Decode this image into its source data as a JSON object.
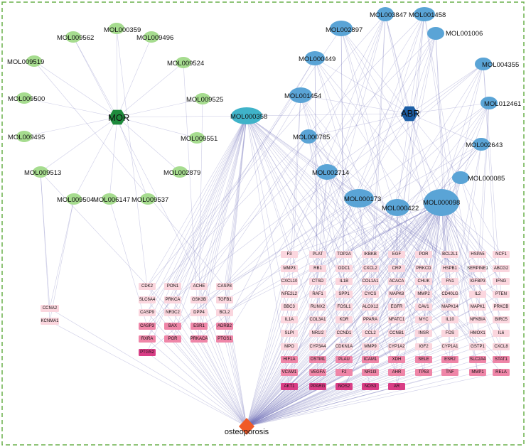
{
  "herb_hubs": [
    {
      "id": "MOR",
      "label": "MOR",
      "color": "#1e8a3c"
    },
    {
      "id": "ABR",
      "label": "ABR",
      "color": "#1d5fa6"
    }
  ],
  "shared_compound": {
    "id": "MOL000358",
    "label": "MOL000358",
    "color": "#3fb3c9"
  },
  "mor_compounds": [
    {
      "label": "MOL000359"
    },
    {
      "label": "MOL009562"
    },
    {
      "label": "MOL009496"
    },
    {
      "label": "MOL009519"
    },
    {
      "label": "MOL009524"
    },
    {
      "label": "MOL009500"
    },
    {
      "label": "MOL009525"
    },
    {
      "label": "MOL009495"
    },
    {
      "label": "MOL009551"
    },
    {
      "label": "MOL009513"
    },
    {
      "label": "MOL002879"
    },
    {
      "label": "MOL009504"
    },
    {
      "label": "MOL006147"
    },
    {
      "label": "MOL009537"
    }
  ],
  "abr_compounds": [
    {
      "label": "MOL003847"
    },
    {
      "label": "MOL001458"
    },
    {
      "label": "MOL002897"
    },
    {
      "label": "MOL001006"
    },
    {
      "label": "MOL000449"
    },
    {
      "label": "MOL004355"
    },
    {
      "label": "MOL001454"
    },
    {
      "label": "MOL012461"
    },
    {
      "label": "MOL000785"
    },
    {
      "label": "MOL002643"
    },
    {
      "label": "MOL002714"
    },
    {
      "label": "MOL000085"
    },
    {
      "label": "MOL000173"
    },
    {
      "label": "MOL000422"
    },
    {
      "label": "MOL000098"
    }
  ],
  "mor_targets": [
    "CCNA2",
    "KCNMA1"
  ],
  "shared_targets": [
    [
      "CDK2",
      "PON1",
      "ACHE",
      "CASP8"
    ],
    [
      "SLC6A4",
      "PRKCA",
      "GSK3B",
      "TGFB1"
    ],
    [
      "CASP9",
      "NR3C2",
      "DPP4",
      "BCL2"
    ],
    [
      "CASP3",
      "BAX",
      "ESR1",
      "ADRB2"
    ],
    [
      "RXRA",
      "PGR",
      "PRKACA",
      "PTGS1"
    ],
    [
      "PTGS2"
    ]
  ],
  "abr_targets": [
    [
      "F3",
      "PLAT",
      "TOP2A",
      "IKBKB",
      "EGF",
      "POR",
      "BCL2L1",
      "HSPA5",
      "NCF1"
    ],
    [
      "MMP3",
      "RB1",
      "ODC1",
      "CXCL2",
      "CRP",
      "PRKCD",
      "HSPB1",
      "SERPINE1",
      "ABCG2"
    ],
    [
      "CXCL10",
      "CTSD",
      "IL1B",
      "COL1A1",
      "ACACA",
      "CHUK",
      "FN1",
      "IGFBP3",
      "IFNG"
    ],
    [
      "NFE2L2",
      "RAF1",
      "SPP1",
      "CYCS",
      "MAPK8",
      "MMP2",
      "CD40LG",
      "IL2",
      "PTEN"
    ],
    [
      "BBC3",
      "RUNX2",
      "FOSL1",
      "ALOX12",
      "EGFR",
      "CAV1",
      "MAPK14",
      "MAPK1",
      "PRKCB"
    ],
    [
      "IL1A",
      "COL3A1",
      "KDR",
      "PPARA",
      "NFATC1",
      "MYC",
      "IL10",
      "NFKBIA",
      "BIRC5"
    ],
    [
      "SLPI",
      "NR1I2",
      "CCND1",
      "CCL2",
      "CCNB1",
      "INSR",
      "FOS",
      "HMOX1",
      "IL6"
    ],
    [
      "MPO",
      "CYP3A4",
      "CDKN1A",
      "MMP9",
      "CYP1A2",
      "IGF2",
      "CYP1A1",
      "GSTP1",
      "CXCL8"
    ],
    [
      "HIF1A",
      "OSTM1",
      "PLAU",
      "ICAM1",
      "XDH",
      "SELE",
      "ESR2",
      "SLC2A4",
      "STAT1"
    ],
    [
      "VCAM1",
      "VEGFA",
      "F2",
      "NR1I3",
      "AHR",
      "TP53",
      "TNF",
      "MMP1",
      "RELA"
    ],
    [
      "AKT1",
      "PPARG",
      "NOS2",
      "NOS3",
      "AR"
    ]
  ],
  "disease": {
    "label": "osteoporosis",
    "color": "#f05a28"
  },
  "palette": {
    "target_light": "#fbd6de",
    "target_mid": "#ef86a8",
    "target_dark": "#d93e86",
    "compound_green": "#a6dc8f",
    "compound_blue": "#5aa4d6",
    "edge": "#6f6fb8"
  }
}
